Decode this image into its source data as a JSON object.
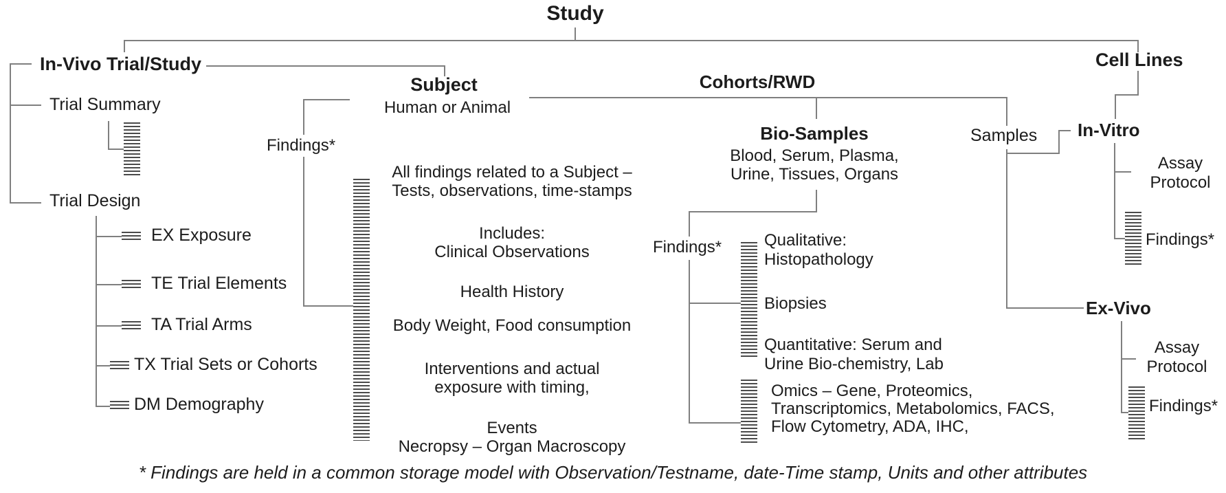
{
  "colors": {
    "text": "#1c1c1c",
    "line": "#7f7f7f"
  },
  "root": {
    "title": "Study"
  },
  "in_vivo_branch": {
    "title": "In-Vivo Trial/Study",
    "trial_summary": "Trial Summary",
    "trial_design": "Trial Design",
    "children": [
      "EX Exposure",
      "TE Trial Elements",
      "TA Trial Arms",
      "TX Trial Sets or Cohorts",
      "DM Demography"
    ]
  },
  "subject_branch": {
    "title": "Subject",
    "subtitle": "Human or Animal",
    "findings_label": "Findings*",
    "notes": [
      "All findings related to a Subject –\nTests, observations, time-stamps",
      "Includes:\nClinical Observations",
      "Health History",
      "Body Weight, Food consumption",
      "Interventions and actual\nexposure with timing,",
      "Events\nNecropsy – Organ Macroscopy"
    ]
  },
  "cohorts_branch": {
    "title": "Cohorts/RWD",
    "bio_samples_title": "Bio-Samples",
    "bio_samples_subtitle": "Blood, Serum, Plasma,\nUrine, Tissues, Organs",
    "findings_label": "Findings*",
    "items": [
      "Qualitative:\nHistopathology",
      "Biopsies",
      "Quantitative: Serum and\nUrine Bio-chemistry, Lab",
      "Omics – Gene, Proteomics,\nTranscriptomics, Metabolomics, FACS,\nFlow Cytometry, ADA, IHC,"
    ],
    "samples_label": "Samples"
  },
  "cell_lines_branch": {
    "title": "Cell Lines",
    "in_vitro": {
      "title": "In-Vitro",
      "assay_protocol": "Assay\nProtocol",
      "findings_label": "Findings*"
    },
    "ex_vivo": {
      "title": "Ex-Vivo",
      "assay_protocol": "Assay\nProtocol",
      "findings_label": "Findings*"
    }
  },
  "footnote": "* Findings are held in a common storage model with Observation/Testname, date-Time stamp, Units and other attributes"
}
